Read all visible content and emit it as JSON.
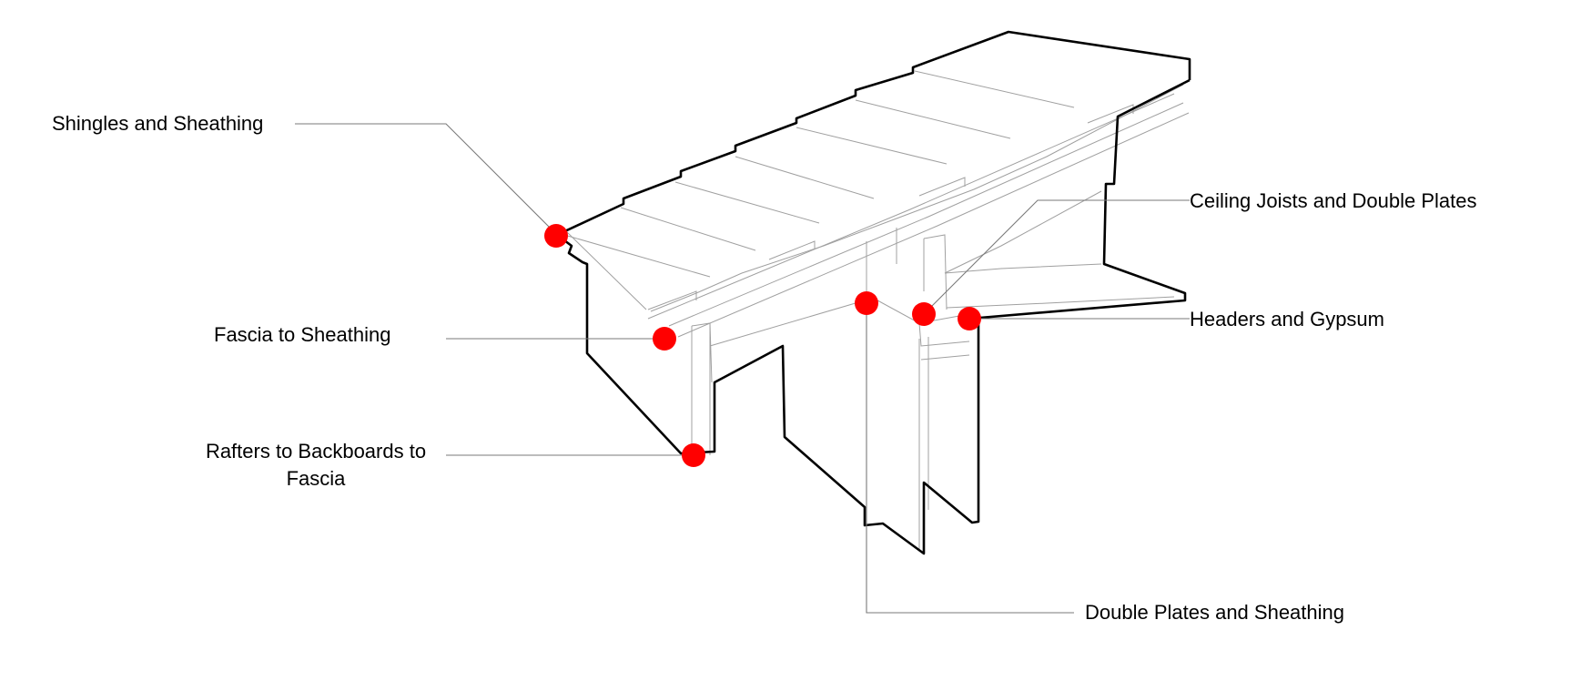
{
  "colors": {
    "marker": "#ff0000",
    "outline": "#000000",
    "detail_line": "#a0a0a0",
    "leader_line": "#7a7a7a",
    "background": "#ffffff"
  },
  "labels": {
    "shingles_sheathing": "Shingles and Sheathing",
    "fascia_sheathing": "Fascia to Sheathing",
    "rafters_line1": "Rafters to Backboards to",
    "rafters_line2": "Fascia",
    "ceiling_joists": "Ceiling Joists and Double Plates",
    "headers_gypsum": "Headers and Gypsum",
    "double_plates": "Double Plates and Sheathing"
  }
}
